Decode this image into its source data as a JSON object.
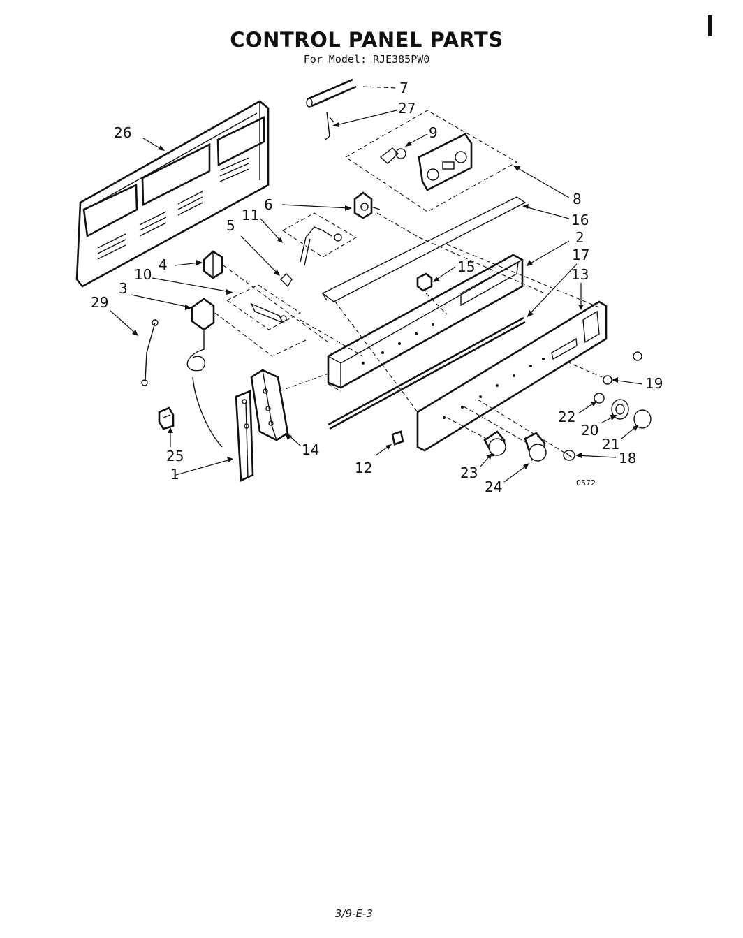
{
  "header": {
    "title": "CONTROL PANEL PARTS",
    "model_label": "For Model: RJE385PW0"
  },
  "diagram": {
    "callouts": [
      "7",
      "27",
      "9",
      "26",
      "8",
      "6",
      "16",
      "11",
      "5",
      "2",
      "17",
      "4",
      "15",
      "10",
      "13",
      "3",
      "29",
      "19",
      "22",
      "20",
      "21",
      "18",
      "25",
      "14",
      "12",
      "23",
      "24",
      "1"
    ],
    "drawing_code": "0572",
    "footer_code": "3/9-E-3"
  }
}
